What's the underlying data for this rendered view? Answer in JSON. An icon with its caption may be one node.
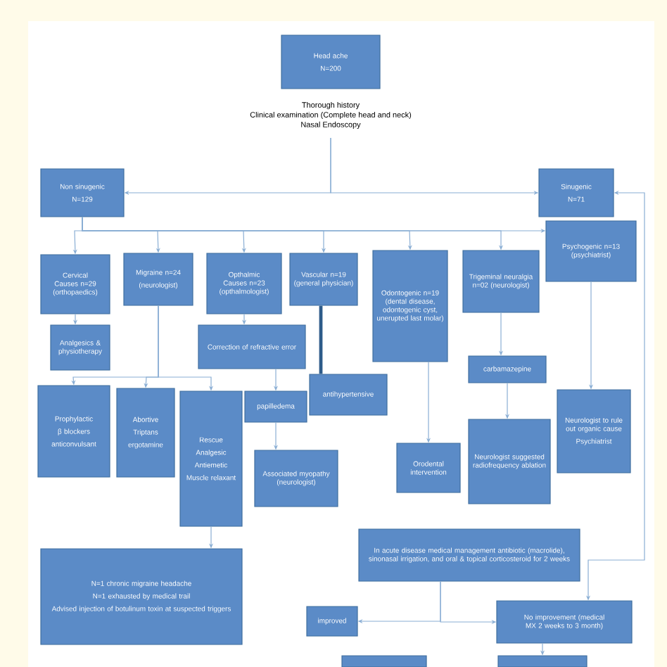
{
  "diagram": {
    "nodes": [
      {
        "text": [
          "Head ache",
          "N=200"
        ],
        "beside": [
          "Thorough history",
          "Clinical examination (Complete head and neck)",
          "Nasal Endoscopy"
        ]
      },
      {
        "text": [
          "Non sinugenic",
          "N=129"
        ]
      },
      {
        "text": [
          "Sinugenic",
          "N=71"
        ]
      },
      {
        "text": [
          "Psychogenic n=13 (psychiatrist)"
        ]
      },
      {
        "text": [
          "Cervical Causes n=29 (orthopaedics)"
        ]
      },
      {
        "text": [
          "Migraine n=24",
          "(neurologist)"
        ]
      },
      {
        "text": [
          "Opthalmic Causes n=23 (opthalmologist)"
        ]
      },
      {
        "text": [
          "Vascular n=19 (general physician)"
        ]
      },
      {
        "text": [
          "Odontogenic n=19 (dental disease, odontogenic cyst, unerupted last molar)"
        ]
      },
      {
        "text": [
          "Trigeminal neuralgia n=02 (neurologist)"
        ]
      },
      {
        "text": [
          "Analgesics & physiotherapy"
        ]
      },
      {
        "text": [
          "Correction of refractive error"
        ]
      },
      {
        "text": [
          "antihypertensive"
        ]
      },
      {
        "text": [
          "carbamazepine"
        ]
      },
      {
        "text": [
          "Prophylactic",
          "β blockers",
          "anticonvulsant"
        ]
      },
      {
        "text": [
          "Abortive",
          "Triptans",
          "ergotamine"
        ]
      },
      {
        "text": [
          "Rescue",
          "Analgesic",
          "Antiemetic",
          "Muscle relaxant"
        ]
      },
      {
        "text": [
          "papilledema"
        ]
      },
      {
        "text": [
          "Orodental intervention"
        ]
      },
      {
        "text": [
          "Neurologist suggested radiofrequency ablation"
        ]
      },
      {
        "text": [
          "Neurologist to rule out organic cause",
          "Psychiatrist"
        ]
      },
      {
        "text": [
          "Associated myopathy (neurologist)"
        ]
      },
      {
        "text": [
          "N=1 chronic migraine headache",
          "N=1 exhausted by medical trail",
          "Advised injection of botulinum toxin at suspected triggers"
        ]
      },
      {
        "text": [
          "In acute disease medical management antibiotic (macrolide), sinonasal irrigation, and oral & topical corticosteroid for 2 weeks"
        ]
      },
      {
        "text": [
          "improved"
        ]
      },
      {
        "text": [
          "No improvement (medical MX 2 weeks to 3 month)"
        ]
      },
      {
        "text": [],
        "shape": "box"
      },
      {
        "text": [],
        "shape": "box"
      }
    ],
    "edges": [
      {
        "from": 0,
        "to": 1,
        "arrow": "to"
      },
      {
        "from": 0,
        "to": 2,
        "arrow": "to"
      },
      {
        "from": 1,
        "to": 4,
        "arrow": "to"
      },
      {
        "from": 1,
        "to": 5,
        "arrow": "to"
      },
      {
        "from": 1,
        "to": 6,
        "arrow": "to"
      },
      {
        "from": 1,
        "to": 7,
        "arrow": "to"
      },
      {
        "from": 1,
        "to": 8,
        "arrow": "to"
      },
      {
        "from": 1,
        "to": 9,
        "arrow": "to"
      },
      {
        "from": 1,
        "to": 3,
        "arrow": "to"
      },
      {
        "from": 4,
        "to": 10,
        "arrow": "to"
      },
      {
        "from": 5,
        "to": 14,
        "arrow": "to"
      },
      {
        "from": 5,
        "to": 15,
        "arrow": "to"
      },
      {
        "from": 5,
        "to": 16,
        "arrow": "to"
      },
      {
        "from": 6,
        "to": 11,
        "arrow": "to"
      },
      {
        "from": 11,
        "to": 17,
        "arrow": "to"
      },
      {
        "from": 7,
        "to": 12,
        "arrow": "none",
        "style": "thick",
        "color": "#2e5c8a"
      },
      {
        "from": 8,
        "to": 18,
        "arrow": "to"
      },
      {
        "from": 9,
        "to": 13,
        "arrow": "to"
      },
      {
        "from": 13,
        "to": 19,
        "arrow": "to"
      },
      {
        "from": 3,
        "to": 20,
        "arrow": "to"
      },
      {
        "from": 17,
        "to": 21,
        "arrow": "to"
      },
      {
        "from": 16,
        "to": 22,
        "arrow": "to"
      },
      {
        "from": 23,
        "to": 24,
        "arrow": "to"
      },
      {
        "from": 23,
        "to": 25,
        "arrow": "to"
      },
      {
        "from": 2,
        "to": 25,
        "arrow": "both"
      },
      {
        "from": 25,
        "to": 27,
        "arrow": "to"
      }
    ]
  }
}
